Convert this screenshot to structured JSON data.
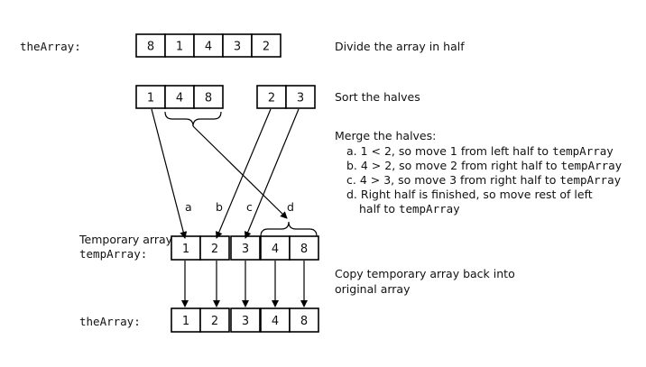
{
  "array_label": "theArray:",
  "temp_label_line1": "Temporary array",
  "temp_label_line2": "tempArray:",
  "final_label": "theArray:",
  "original": [
    "8",
    "1",
    "4",
    "3",
    "2"
  ],
  "left_half": [
    "1",
    "4",
    "8"
  ],
  "right_half": [
    "2",
    "3"
  ],
  "temp": [
    "1",
    "2",
    "3",
    "4",
    "8"
  ],
  "final": [
    "1",
    "2",
    "3",
    "4",
    "8"
  ],
  "arrow_labels": [
    "a",
    "b",
    "c",
    "d"
  ],
  "steps": {
    "divide": "Divide the array in half",
    "sort": "Sort the halves",
    "merge_title": "Merge the halves:",
    "merge_items": [
      {
        "text": "a. 1 < 2, so move 1 from left half to ",
        "code": "tempArray"
      },
      {
        "text": "b. 4 > 2, so move 2 from right half to ",
        "code": "tempArray"
      },
      {
        "text": "c. 4 > 3, so move 3 from right half to ",
        "code": "tempArray"
      },
      {
        "text": "d. Right half is finished, so move rest of left",
        "code": ""
      },
      {
        "text": "half to ",
        "code": "tempArray"
      }
    ],
    "copy_line1": "Copy temporary array back into",
    "copy_line2": "original array"
  }
}
